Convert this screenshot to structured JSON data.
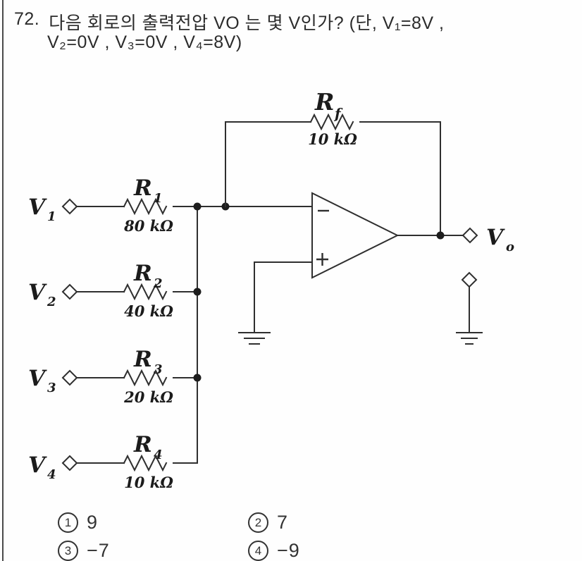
{
  "question": {
    "number": "72.",
    "line1": "다음 회로의 출력전압 VO 는 몇 V인가? (단, V₁=8V ,",
    "line2": "V₂=0V , V₃=0V , V₄=8V)"
  },
  "circuit": {
    "inputs": [
      {
        "name": "V",
        "sub": "1"
      },
      {
        "name": "V",
        "sub": "2"
      },
      {
        "name": "V",
        "sub": "3"
      },
      {
        "name": "V",
        "sub": "4"
      }
    ],
    "resistors": [
      {
        "name": "R",
        "sub": "1",
        "value": "80 kΩ"
      },
      {
        "name": "R",
        "sub": "2",
        "value": "40 kΩ"
      },
      {
        "name": "R",
        "sub": "3",
        "value": "20 kΩ"
      },
      {
        "name": "R",
        "sub": "4",
        "value": "10 kΩ"
      }
    ],
    "feedback": {
      "name": "R",
      "sub": "f",
      "value": "10 kΩ"
    },
    "opamp": {
      "minus": "−",
      "plus": "+"
    },
    "output": {
      "name": "V",
      "sub": "o"
    }
  },
  "options": [
    {
      "num": "1",
      "label": "9"
    },
    {
      "num": "2",
      "label": "7"
    },
    {
      "num": "3",
      "label": "−7"
    },
    {
      "num": "4",
      "label": "−9"
    }
  ],
  "colors": {
    "ink": "#2f2f2f",
    "paper": "#fefefe"
  }
}
